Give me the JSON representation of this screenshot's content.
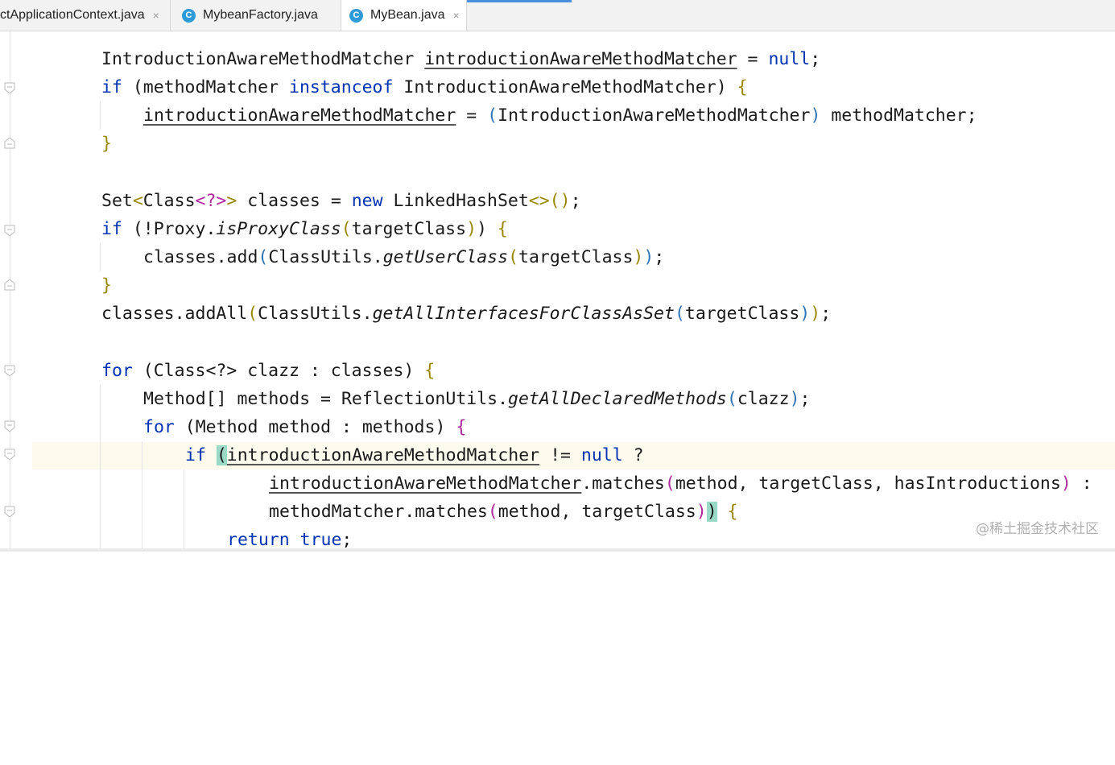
{
  "tabs": [
    {
      "label": "ctApplicationContext.java",
      "icon": "close-icon",
      "active": false
    },
    {
      "label": "MybeanFactory.java",
      "icon": "class-icon",
      "active": false
    },
    {
      "label": "MyBean.java",
      "icon": "class-icon",
      "active": true
    }
  ],
  "tab_close": "×",
  "class_letter": "C",
  "watermark": "@稀土掘金技术社区",
  "colors": {
    "keyword": "#0033b3",
    "paren_blue": "#2f73b7",
    "paren_magenta": "#b0289c",
    "brace_gold": "#9a8700",
    "bracket_highlight": "#99d9c5",
    "caret_line": "#fcfaed"
  },
  "code": {
    "l1": {
      "a": "IntroductionAwareMethodMatcher ",
      "b": "introductionAwareMethodMatcher",
      "c": " = ",
      "d": "null",
      "e": ";"
    },
    "l2": {
      "a": "if",
      "b": " (",
      "c": "methodMatcher ",
      "d": "instanceof",
      "e": " IntroductionAwareMethodMatcher",
      "f": ")",
      "g": " {"
    },
    "l3": {
      "a": "introductionAwareMethodMatcher",
      "b": " = ",
      "c": "(",
      "d": "IntroductionAwareMethodMatcher",
      "e": ")",
      "f": " methodMatcher;"
    },
    "l4": {
      "a": "}"
    },
    "l5": {
      "a": "Set",
      "b": "<",
      "c": "Class",
      "d": "<?>",
      "e": ">",
      "f": " classes = ",
      "g": "new",
      "h": " LinkedHashSet",
      "i": "<>",
      "j": "(",
      "k": ")",
      "l": ";"
    },
    "l6": {
      "a": "if",
      "b": " (",
      "c": "!Proxy.",
      "d": "isProxyClass",
      "e": "(",
      "f": "targetClass",
      "g": ")",
      "h": ")",
      "i": " {"
    },
    "l7": {
      "a": "classes.add",
      "b": "(",
      "c": "ClassUtils.",
      "d": "getUserClass",
      "e": "(",
      "f": "targetClass",
      "g": ")",
      "h": ")",
      "i": ";"
    },
    "l8": {
      "a": "}"
    },
    "l9": {
      "a": "classes.addAll",
      "b": "(",
      "c": "ClassUtils.",
      "d": "getAllInterfacesForClassAsSet",
      "e": "(",
      "f": "targetClass",
      "g": ")",
      "h": ")",
      "i": ";"
    },
    "l10": {
      "a": "for",
      "b": " (",
      "c": "Class<?> clazz : classes",
      "d": ")",
      "e": " {"
    },
    "l11": {
      "a": "Method[] methods = ReflectionUtils.",
      "b": "getAllDeclaredMethods",
      "c": "(",
      "d": "clazz",
      "e": ")",
      "f": ";"
    },
    "l12": {
      "a": "for",
      "b": " (",
      "c": "Method method : methods",
      "d": ")",
      "e": " {"
    },
    "l13": {
      "a": "if",
      "b": " ",
      "c": "(",
      "d": "introductionAwareMethodMatcher",
      "e": " != ",
      "f": "null",
      "g": " ?"
    },
    "l14": {
      "a": "introductionAwareMethodMatcher",
      "b": ".matches",
      "c": "(",
      "d": "method, targetClass, hasIntroductions",
      "e": ")",
      "f": " :"
    },
    "l15": {
      "a": "methodMatcher.matches",
      "b": "(",
      "c": "method, targetClass",
      "d": ")",
      "e": ")",
      "f": " {"
    },
    "l16": {
      "a": "return",
      "b": " ",
      "c": "true",
      "d": ";"
    }
  }
}
